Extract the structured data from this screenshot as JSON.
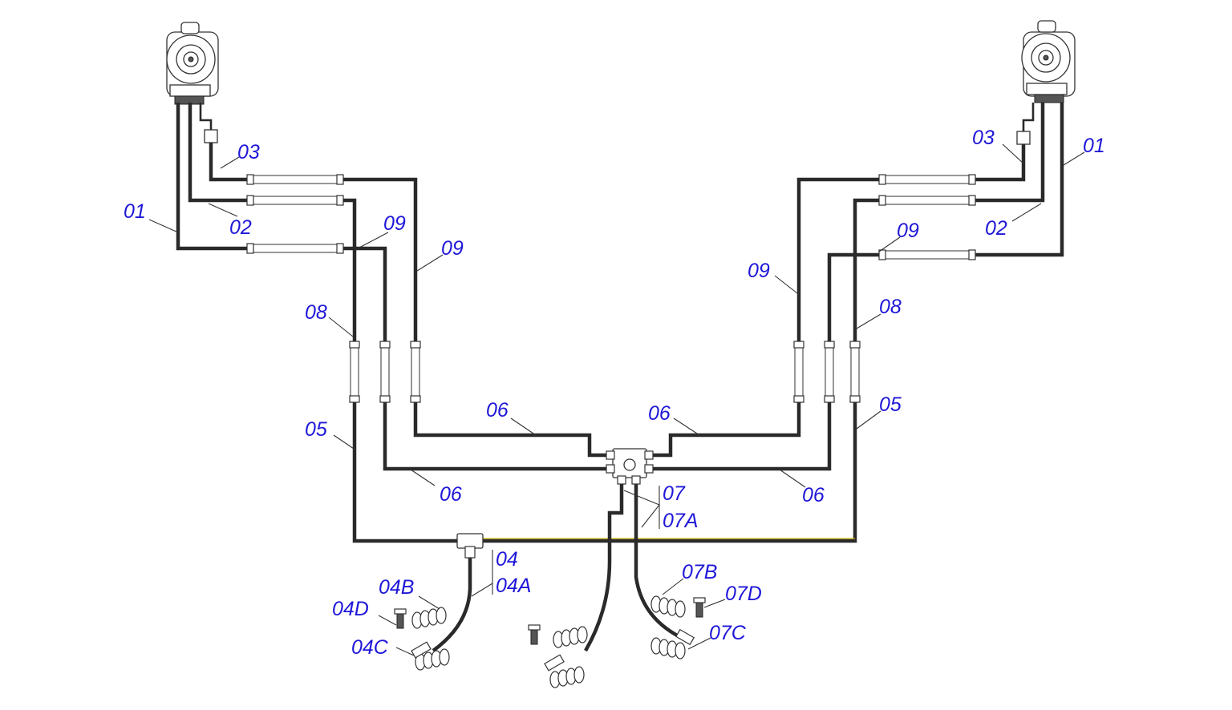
{
  "diagram": {
    "callouts": {
      "left_01": "01",
      "left_02": "02",
      "left_03": "03",
      "left_09_upper": "09",
      "left_09_lower": "09",
      "left_08": "08",
      "left_05": "05",
      "left_06_upper": "06",
      "left_06_lower": "06",
      "right_01": "01",
      "right_02": "02",
      "right_03": "03",
      "right_09_upper": "09",
      "right_09_lower": "09",
      "right_08": "08",
      "right_05": "05",
      "right_06_upper": "06",
      "right_06_lower": "06",
      "c_07": "07",
      "c_07A": "07A",
      "c_04": "04",
      "c_04A": "04A",
      "c_04B": "04B",
      "c_04C": "04C",
      "c_04D": "04D",
      "c_07B": "07B",
      "c_07C": "07C",
      "c_07D": "07D"
    },
    "colors": {
      "callout_text": "#1f17d8",
      "hose": "#2a2a2a",
      "highlight_line": "#c8b400"
    }
  }
}
